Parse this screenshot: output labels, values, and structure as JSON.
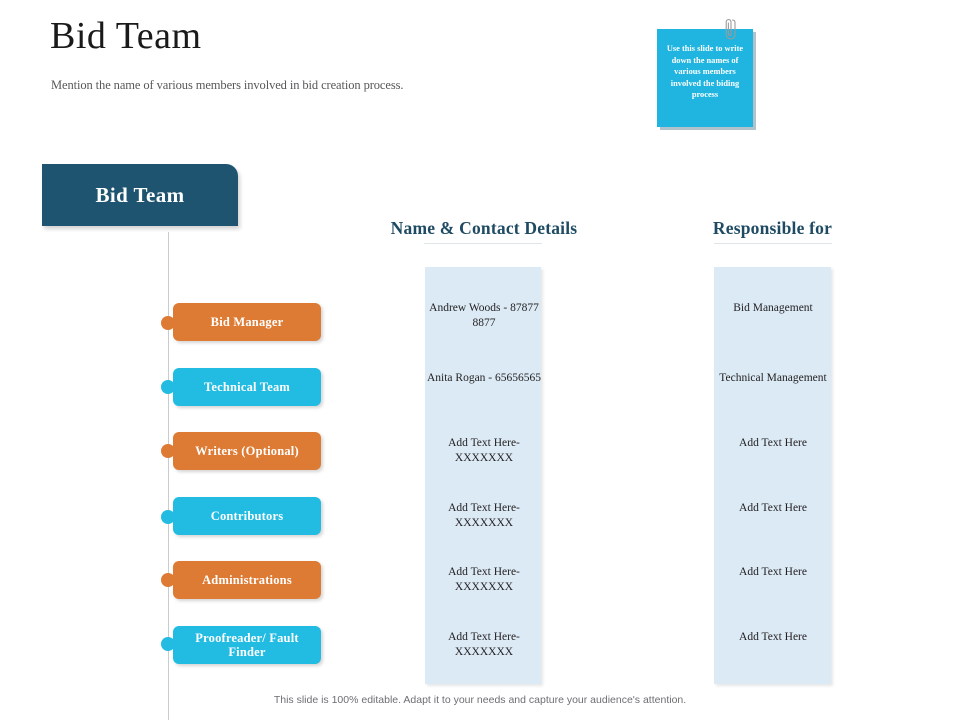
{
  "slide": {
    "title": "Bid Team",
    "subtitle": "Mention the name of various members involved in bid creation process.",
    "footer": "This slide is 100% editable. Adapt it to your needs and capture your audience's attention.",
    "root_label": "Bid Team"
  },
  "sticky_note": {
    "text": "Use this slide to write down the names of various members involved the biding process",
    "bg_color": "#1fb5e0",
    "icon": "paperclip-icon"
  },
  "colors": {
    "dark_blue": "#1e5470",
    "orange": "#dd7b34",
    "cyan": "#22bce2",
    "panel_blue": "#dbeaf5",
    "header_text": "#1e4b63"
  },
  "columns": {
    "name_header": "Name & Contact Details",
    "responsible_header": "Responsible for"
  },
  "rows": [
    {
      "role": "Bid Manager",
      "color": "orange",
      "name_contact": "Andrew Woods - 87877 8877",
      "responsible": "Bid Management"
    },
    {
      "role": "Technical Team",
      "color": "cyan",
      "name_contact": "Anita Rogan - 65656565",
      "responsible": "Technical Management"
    },
    {
      "role": "Writers (Optional)",
      "color": "orange",
      "name_contact": "Add Text Here- XXXXXXX",
      "responsible": "Add Text Here"
    },
    {
      "role": "Contributors",
      "color": "cyan",
      "name_contact": "Add Text Here- XXXXXXX",
      "responsible": "Add Text Here"
    },
    {
      "role": "Administrations",
      "color": "orange",
      "name_contact": "Add Text Here- XXXXXXX",
      "responsible": "Add Text Here"
    },
    {
      "role": "Proofreader/ Fault Finder",
      "color": "cyan",
      "name_contact": "Add Text Here- XXXXXXX",
      "responsible": "Add Text Here"
    }
  ]
}
